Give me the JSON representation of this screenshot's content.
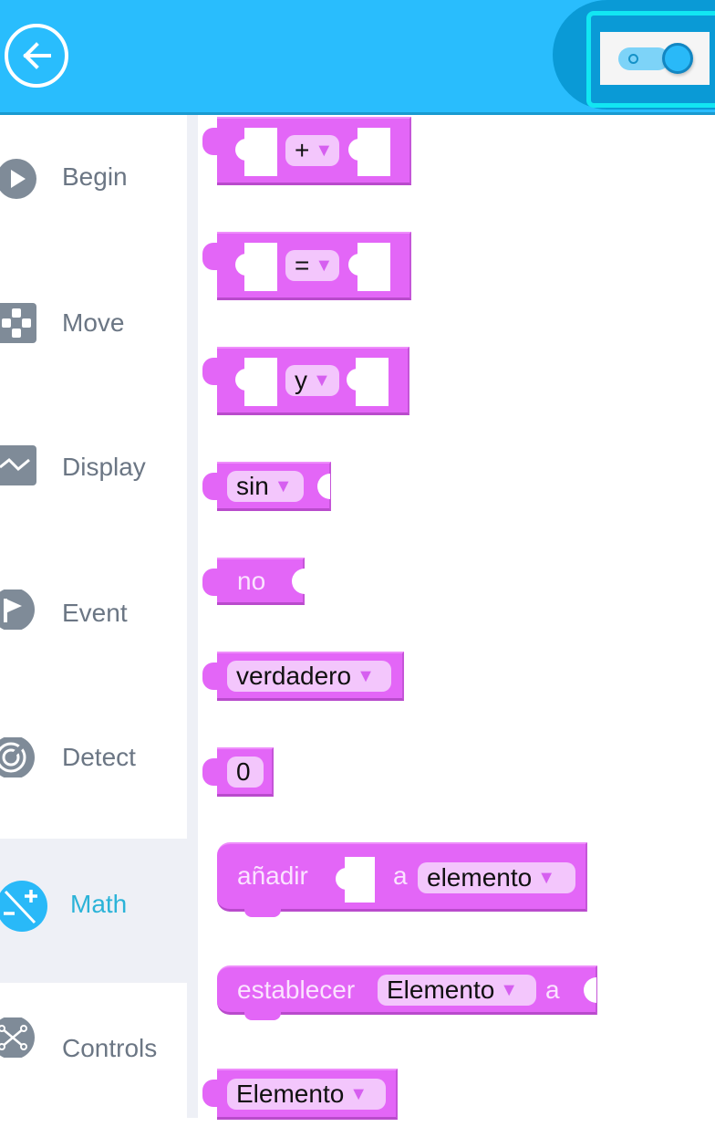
{
  "header": {
    "back_icon": "arrow-left-circle-icon",
    "toggle": {
      "state": "on",
      "icon": "toggle-switch-icon"
    },
    "colors": {
      "header_bg": "#29bdfd",
      "toggle_bg": "#0a9ad6",
      "toggle_border": "#12e6f2"
    }
  },
  "sidebar": {
    "items": [
      {
        "label": "Begin",
        "icon": "play-circle-icon",
        "active": false
      },
      {
        "label": "Move",
        "icon": "gamepad-icon",
        "active": false
      },
      {
        "label": "Display",
        "icon": "chart-line-icon",
        "active": false
      },
      {
        "label": "Event",
        "icon": "flag-circle-icon",
        "active": false
      },
      {
        "label": "Detect",
        "icon": "radar-icon",
        "active": false
      },
      {
        "label": "Math",
        "icon": "plus-minus-icon",
        "active": true
      },
      {
        "label": "Controls",
        "icon": "network-icon",
        "active": false
      }
    ],
    "colors": {
      "inactive": "#6b7684",
      "active": "#2bb3d8",
      "active_icon": "#29b9f8"
    }
  },
  "blocks": {
    "arith": {
      "op": "+"
    },
    "compare": {
      "op": "="
    },
    "logic": {
      "op": "y"
    },
    "func": {
      "op": "sin"
    },
    "not": {
      "label": "no"
    },
    "bool": {
      "value": "verdadero"
    },
    "number": {
      "value": "0"
    },
    "append": {
      "label": "añadir",
      "to": "a",
      "var": "elemento"
    },
    "set": {
      "label": "establecer",
      "var": "Elemento",
      "to": "a"
    },
    "getvar": {
      "var": "Elemento"
    },
    "caret": "▼",
    "color": "#e366f7"
  }
}
